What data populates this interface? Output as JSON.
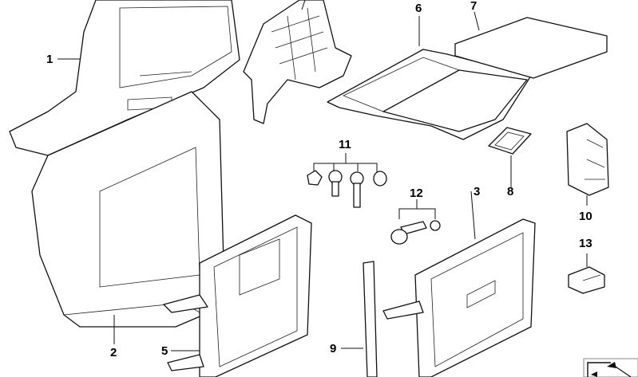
{
  "diagram": {
    "callouts": [
      {
        "id": "label-1",
        "text": "1"
      },
      {
        "id": "label-2",
        "text": "2"
      },
      {
        "id": "label-3",
        "text": "3"
      },
      {
        "id": "label-5",
        "text": "5"
      },
      {
        "id": "label-6",
        "text": "6"
      },
      {
        "id": "label-7",
        "text": "7"
      },
      {
        "id": "label-8",
        "text": "8"
      },
      {
        "id": "label-9",
        "text": "9"
      },
      {
        "id": "label-10",
        "text": "10"
      },
      {
        "id": "label-11",
        "text": "11"
      },
      {
        "id": "label-12",
        "text": "12"
      },
      {
        "id": "label-13",
        "text": "13"
      }
    ]
  }
}
